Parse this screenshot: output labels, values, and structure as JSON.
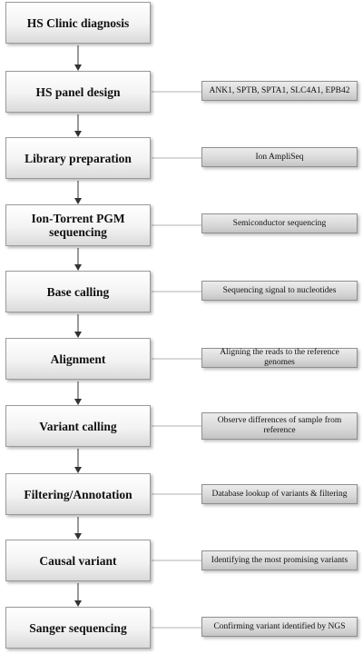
{
  "steps": [
    "HS Clinic diagnosis",
    "HS panel design",
    "Library preparation",
    "Ion-Torrent PGM sequencing",
    "Base calling",
    "Alignment",
    "Variant calling",
    "Filtering/Annotation",
    "Causal variant",
    "Sanger sequencing"
  ],
  "notes": [
    "ANK1, SPTB, SPTA1, SLC4A1, EPB42",
    "Ion AmpliSeq",
    "Semiconductor sequencing",
    "Sequencing signal to nucleotides",
    "Aligning the reads to the reference genomes",
    "Observe differences of sample from reference",
    "Database lookup of variants & filtering",
    "Identifying the most promising variants",
    "Confirming variant identified by NGS"
  ]
}
